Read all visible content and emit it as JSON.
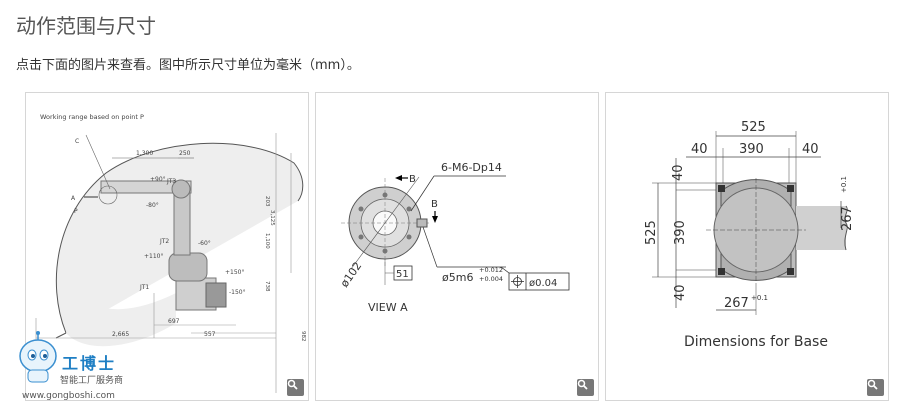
{
  "page": {
    "title": "动作范围与尺寸",
    "subtitle": "点击下面的图片来查看。图中所示尺寸单位为毫米（mm）。"
  },
  "card1": {
    "working_range": "Working range based on point P",
    "label_c": "C",
    "label_a": "A",
    "label_p": "P",
    "dim_1300": "1,300",
    "dim_250": "250",
    "dim_90": "+90°",
    "dim_jt3": "JT3",
    "dim_m80": "-80°",
    "dim_jt2": "JT2",
    "dim_60": "-60°",
    "dim_110": "+110°",
    "dim_jt1": "JT1",
    "dim_150a": "+150°",
    "dim_150b": "-150°",
    "dim_3125": "3,125",
    "dim_1100": "1,100",
    "dim_203": "203",
    "dim_738": "738",
    "dim_2665": "2,665",
    "dim_697": "697",
    "dim_557": "557",
    "dim_982": "982"
  },
  "card2": {
    "callout": "6-M6-Dp14",
    "label_b1": "B",
    "label_b2": "B",
    "dia102": "ø102",
    "box51": "51",
    "shaft": "ø5m6",
    "tol_up": "+0.012",
    "tol_low": "+0.004",
    "gdt_val": "ø0.04",
    "view": "VIEW A"
  },
  "card3": {
    "dim_525_top": "525",
    "dim_40_left": "40",
    "dim_390_top": "390",
    "dim_40_right": "40",
    "dim_40_a": "40",
    "dim_525_side": "525",
    "dim_390_side": "390",
    "dim_40_b": "40",
    "dim_267_right": "267",
    "dim_267_right_tol": "+0.1",
    "dim_267_bottom": "267",
    "dim_267_bottom_tol": "+0.1",
    "caption": "Dimensions for Base"
  },
  "logo": {
    "brand": "工博士",
    "tagline": "智能工厂服务商",
    "url": "www.gongboshi.com"
  },
  "icons": {
    "zoom": "zoom-icon",
    "mascot": "mascot-icon"
  }
}
